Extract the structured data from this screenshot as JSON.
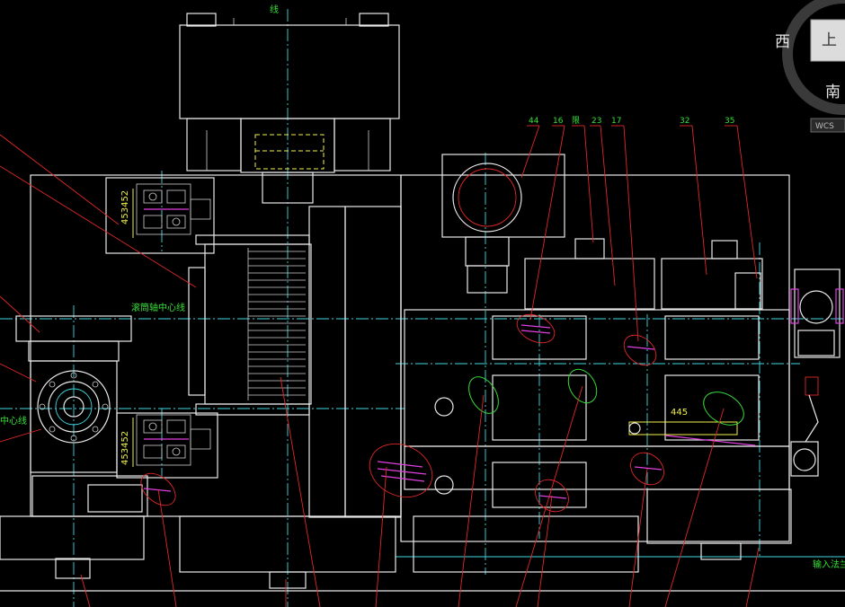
{
  "labels": {
    "top_center": "线",
    "drum_axis": "滚筒轴中心线",
    "left_center": "中心线",
    "input_flange": "输入法兰",
    "dim_445": "445",
    "dim_small_a": "453452",
    "dim_small_b": "453452"
  },
  "callouts": [
    "44",
    "16",
    "限",
    "23",
    "17",
    "32",
    "35"
  ],
  "viewcube": {
    "west": "西",
    "south": "南",
    "top": "上",
    "wcs": "WCS"
  },
  "colors": {
    "background": "#000000",
    "geometry": "#e8e8e8",
    "centerline": "#3fd8e0",
    "leader": "#e02828",
    "hatch": "#e040e0",
    "label": "#36e036",
    "highlight": "#f0f04a"
  }
}
